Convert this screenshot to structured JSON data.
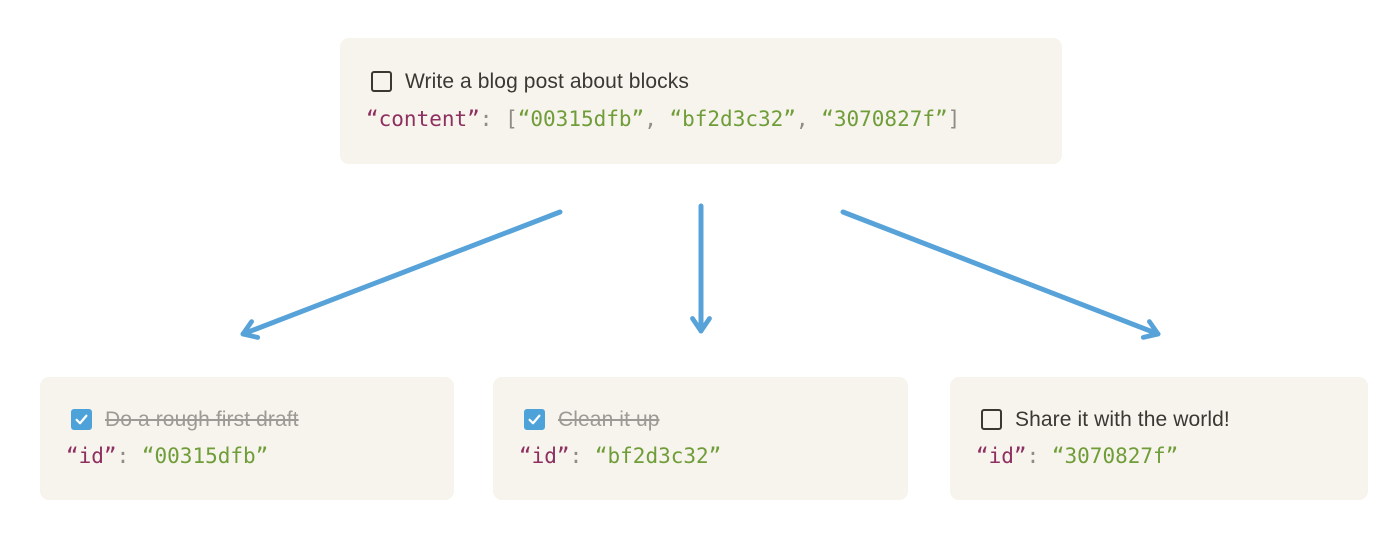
{
  "colors": {
    "card_background": "#f7f3ed",
    "arrow_blue": "#57a3d9",
    "checked_checkbox_blue": "#4da2d9",
    "checkbox_border_dark": "#3b3733",
    "task_text_dark": "#3b3733",
    "done_task_gray": "#9d9a95",
    "code_key_plum": "#8d2f5f",
    "code_value_green": "#6f9d38",
    "code_punct_gray": "#8f8c87"
  },
  "parent_block": {
    "todo": {
      "label": "Write a blog post about blocks",
      "checked": false
    },
    "code": {
      "key": "“content”",
      "colon": ": ",
      "open_bracket": "[",
      "values": [
        "“00315dfb”",
        "“bf2d3c32”",
        "“3070827f”"
      ],
      "separator": ", ",
      "close_bracket": "]"
    }
  },
  "child_blocks": [
    {
      "todo": {
        "label": "Do a rough first draft",
        "checked": true
      },
      "code": {
        "key": "“id”",
        "colon": ": ",
        "value": "“00315dfb”"
      }
    },
    {
      "todo": {
        "label": "Clean it up",
        "checked": true
      },
      "code": {
        "key": "“id”",
        "colon": ": ",
        "value": "“bf2d3c32”"
      }
    },
    {
      "todo": {
        "label": "Share it with the world!",
        "checked": false
      },
      "code": {
        "key": "“id”",
        "colon": ": ",
        "value": "“3070827f”"
      }
    }
  ]
}
